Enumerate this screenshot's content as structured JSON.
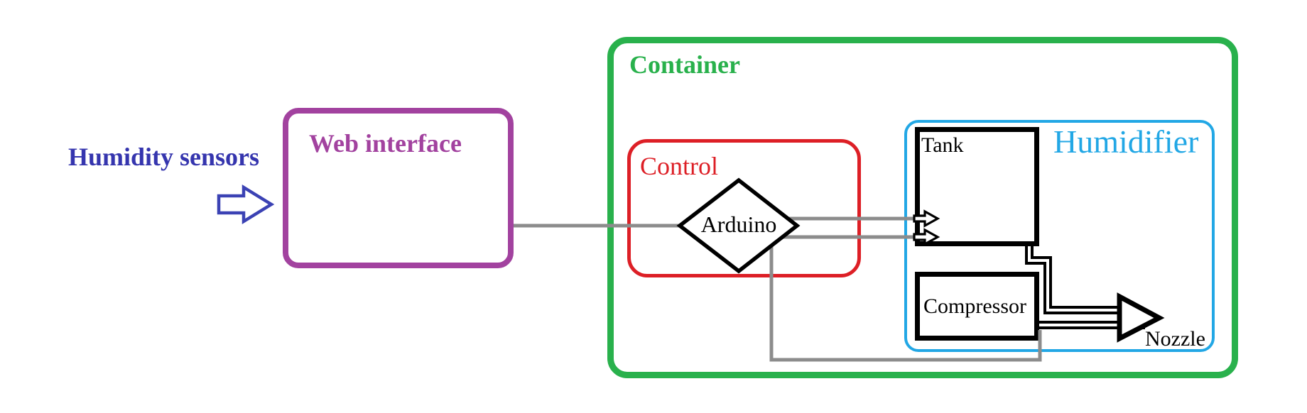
{
  "labels": {
    "humidity_sensors": "Humidity sensors",
    "web_interface": "Web interface",
    "container": "Container",
    "control": "Control",
    "arduino": "Arduino",
    "tank": "Tank",
    "humidifier": "Humidifier",
    "compressor": "Compressor",
    "nozzle": "Nozzle"
  },
  "colors": {
    "humidity_text": "#3535ae",
    "arrow_blue": "#3b42b4",
    "web_purple": "#a2429f",
    "container_green": "#29b14c",
    "control_red": "#dd1f26",
    "humidifier_blue": "#22a7e5",
    "wire_gray": "#8c8c8c",
    "ink_black": "#000000"
  },
  "connections": [
    {
      "from": "Humidity sensors",
      "to": "Web interface",
      "style": "blue outline arrow"
    },
    {
      "from": "Web interface",
      "to": "Arduino",
      "style": "gray wire"
    },
    {
      "from": "Arduino",
      "to": "Tank",
      "style": "two gray wires with black outline arrowheads"
    },
    {
      "from": "Arduino",
      "to": "Compressor",
      "style": "gray wire loop along bottom"
    },
    {
      "from": "Tank",
      "to": "Nozzle",
      "style": "black double-line pipe"
    },
    {
      "from": "Compressor",
      "to": "Nozzle",
      "style": "black double-line pipe"
    }
  ]
}
